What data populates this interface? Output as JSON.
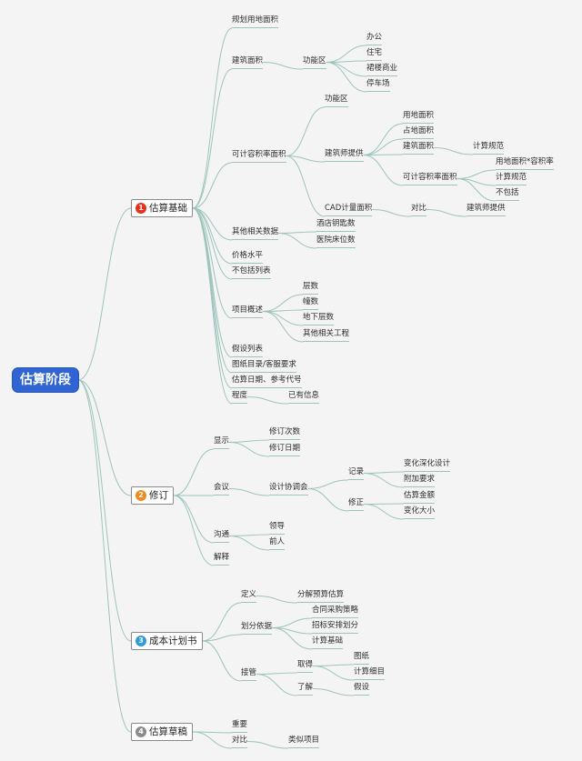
{
  "root": "估算阶段",
  "branches": [
    {
      "num": "1",
      "color": "#e8301c",
      "label": "估算基础",
      "items": {
        "planning_area": "规划用地面积",
        "building_area": "建筑面积",
        "func_zone": "功能区",
        "office": "办公",
        "housing": "住宅",
        "podium_retail": "裙楼商业",
        "parking": "停车场",
        "far_area": "可计容积率面积",
        "far_func_zone": "功能区",
        "architect_provided": "建筑师提供",
        "land_use_area": "用地面积",
        "footprint_area": "占地面积",
        "far_building_area": "建筑面积",
        "calc_rule_1": "计算规范",
        "far_sub_area": "可计容积率面积",
        "land_x_far": "用地面积*容积率",
        "calc_rule_2": "计算规范",
        "excluded": "不包括",
        "cad_area": "CAD计量面积",
        "compare": "对比",
        "architect_provided_2": "建筑师提供",
        "other_data": "其他相关数据",
        "hotel_keys": "酒店钥匙数",
        "hospital_beds": "医院床位数",
        "price_level": "价格水平",
        "exclusions_list": "不包括列表",
        "project_overview": "项目概述",
        "floors": "层数",
        "buildings": "幢数",
        "basement_floors": "地下层数",
        "other_works": "其他相关工程",
        "assumptions": "假设列表",
        "drawing_list": "图纸目录/客服要求",
        "estimate_date": "估算日期、参考代号",
        "level": "程度",
        "existing_info": "已有信息"
      }
    },
    {
      "num": "2",
      "color": "#f08a1c",
      "label": "修订",
      "items": {
        "display": "显示",
        "rev_count": "修订次数",
        "rev_date": "修订日期",
        "meeting": "会议",
        "coord_meeting": "设计协调会",
        "record": "记录",
        "design_change": "变化深化设计",
        "extra_req": "附加要求",
        "amend": "修正",
        "est_amount": "估算金额",
        "change_size": "变化大小",
        "communicate": "沟通",
        "leader": "领导",
        "previous": "前人",
        "explain": "解释"
      }
    },
    {
      "num": "3",
      "color": "#2f9bd9",
      "label": "成本计划书",
      "items": {
        "definition": "定义",
        "decompose": "分解预算估算",
        "division_basis": "划分依据",
        "contract_strategy": "合同采购策略",
        "tender_division": "招标安排划分",
        "calc_basis": "计算基础",
        "takeover": "接管",
        "obtain": "取得",
        "drawings": "图纸",
        "calc_details": "计算细目",
        "understand": "了解",
        "assume": "假设"
      }
    },
    {
      "num": "4",
      "color": "#8c8c8c",
      "label": "估算草稿",
      "items": {
        "important": "重要",
        "contrast": "对比",
        "similar_projects": "类似项目"
      }
    }
  ]
}
